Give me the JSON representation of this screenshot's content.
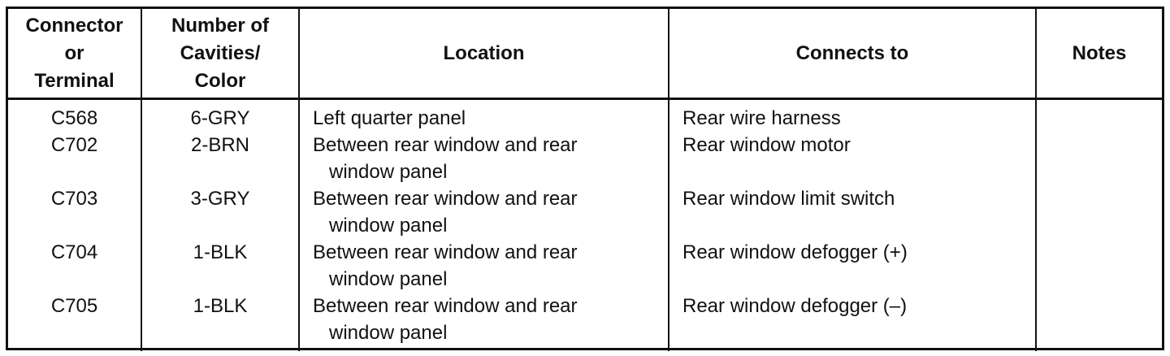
{
  "headers": {
    "connector": "Connector or Terminal",
    "cavities": "Number of Cavities/ Color",
    "location": "Location",
    "connects_to": "Connects to",
    "notes": "Notes"
  },
  "rows": [
    {
      "connector": "C568",
      "cavities": "6-GRY",
      "location_1": "Left quarter panel",
      "location_2": "",
      "connects_to": "Rear wire harness",
      "notes": ""
    },
    {
      "connector": "C702",
      "cavities": "2-BRN",
      "location_1": "Between rear window and rear",
      "location_2": "window panel",
      "connects_to": "Rear window motor",
      "notes": ""
    },
    {
      "connector": "C703",
      "cavities": "3-GRY",
      "location_1": "Between rear window and rear",
      "location_2": "window panel",
      "connects_to": "Rear window limit switch",
      "notes": ""
    },
    {
      "connector": "C704",
      "cavities": "1-BLK",
      "location_1": "Between rear window and rear",
      "location_2": "window panel",
      "connects_to": "Rear window defogger (+)",
      "notes": ""
    },
    {
      "connector": "C705",
      "cavities": "1-BLK",
      "location_1": "Between rear window and rear",
      "location_2": "window panel",
      "connects_to": "Rear window defogger (–)",
      "notes": ""
    }
  ]
}
